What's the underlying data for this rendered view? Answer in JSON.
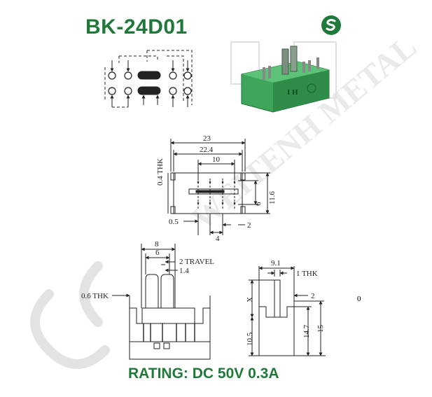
{
  "title": "BK-24D01",
  "rating": "RATING: DC 50V 0.3A",
  "stray_mark": "0",
  "colors": {
    "brand_green": "#1f7a3a",
    "body_green": "#3fa55a",
    "line": "#222222",
    "watermark": "#d9d9d9"
  },
  "dims": {
    "d23": "23",
    "d22_4": "22.4",
    "d10": "10",
    "d6": "6",
    "d11_6": "11.6",
    "thk04": "0.4 THK",
    "d0_5": "0.5",
    "d4": "4",
    "d2_top": "2",
    "d8": "8",
    "d6b": "6",
    "travel": "2 TRAVEL",
    "d1_4": "1.4",
    "thk06": "0.6 THK",
    "d9_1": "9.1",
    "thk1": "1 THK",
    "d2_side": "2",
    "x": "X",
    "d10_5": "10.5",
    "d14_7": "14.7",
    "d15": "15"
  },
  "product_text": "I H"
}
